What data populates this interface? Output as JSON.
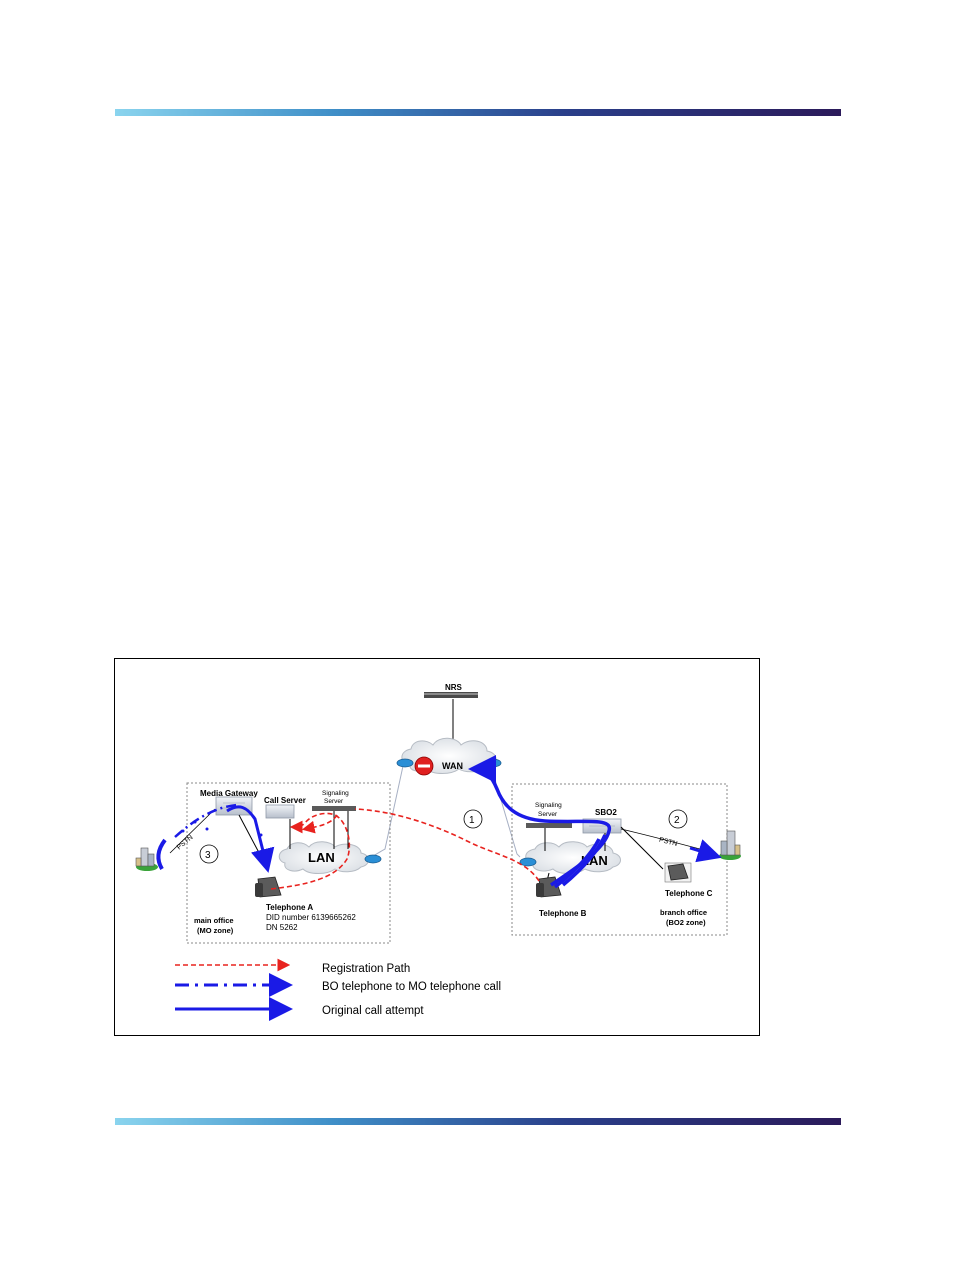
{
  "diagram": {
    "nrs_label": "NRS",
    "wan_label": "WAN",
    "main_office": {
      "media_gateway_label": "Media Gateway",
      "call_server_label": "Call Server",
      "signaling_server_line1": "Signaling",
      "signaling_server_line2": "Server",
      "lan_label": "LAN",
      "pstn_label": "PSTN",
      "step_number": "3",
      "telephone_label": "Telephone A",
      "did_text": "DID number 6139665262",
      "dn_text": "DN 5262",
      "office_line1": "main office",
      "office_line2": "(MO zone)"
    },
    "branch_office": {
      "signaling_server_line1": "Signaling",
      "signaling_server_line2": "Server",
      "sbo_label": "SBO2",
      "lan_label": "LAN",
      "pstn_label": "PSTN",
      "step_number": "2",
      "telephone_b_label": "Telephone B",
      "telephone_c_label": "Telephone C",
      "office_line1": "branch office",
      "office_line2": "(BO2 zone)"
    },
    "wan_step_number": "1",
    "legend": [
      {
        "label": "Registration Path",
        "color": "#e8231f",
        "style": "dashed"
      },
      {
        "label": "BO telephone to MO telephone call",
        "color": "#1a1ae6",
        "style": "dash-dot"
      },
      {
        "label": "Original call attempt",
        "color": "#1a1ae6",
        "style": "solid"
      }
    ]
  }
}
